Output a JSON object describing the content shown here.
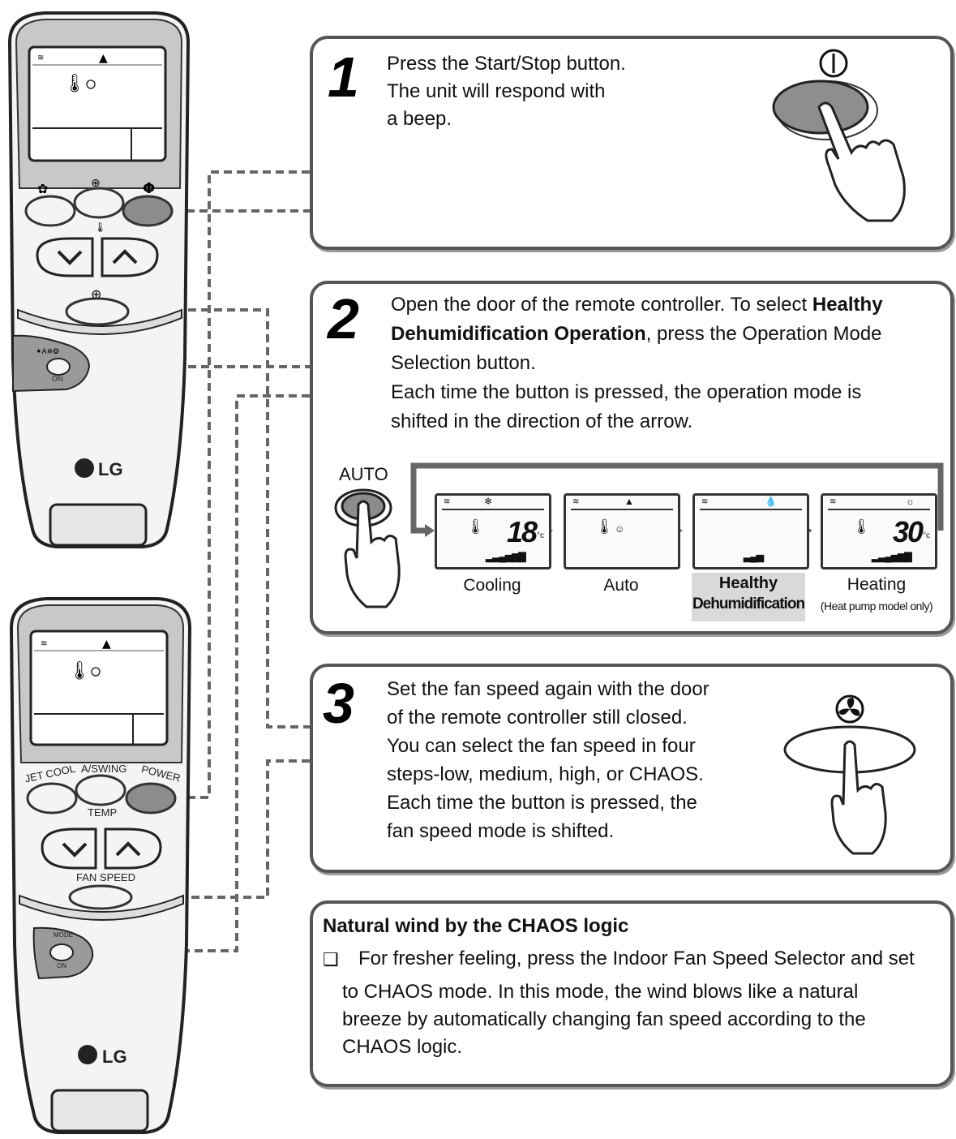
{
  "remote_top": {
    "brand": "LG",
    "door_label": "ON"
  },
  "remote_bottom": {
    "brand": "LG",
    "btn_jet_cool": "JET COOL",
    "btn_a_swing": "A/SWING",
    "btn_power": "POWER",
    "label_temp": "TEMP",
    "label_fan_speed": "FAN SPEED",
    "label_mode": "MODE",
    "label_on": "ON"
  },
  "step1": {
    "number": "1",
    "lines": [
      "Press the Start/Stop button.",
      "The unit will respond with",
      "a beep."
    ]
  },
  "step2": {
    "number": "2",
    "line1_a": "Open the door of the remote controller. To select ",
    "line1_b": "Healthy",
    "line2_a": "Dehumidification Operation",
    "line2_b": ", press the Operation Mode",
    "line3": "Selection button.",
    "line4": "Each time the button is pressed, the operation mode is",
    "line5": "shifted in the direction of the arrow.",
    "auto_label": "AUTO",
    "modes": [
      {
        "label": "Cooling",
        "value": "18",
        "unit": "°c"
      },
      {
        "label": "Auto"
      },
      {
        "label_line1": "Healthy",
        "label_line2": "Dehumidification"
      },
      {
        "label": "Heating",
        "sub": "(Heat pump model only)",
        "value": "30",
        "unit": "°c"
      }
    ]
  },
  "step3": {
    "number": "3",
    "lines": [
      "Set the fan speed again with the door",
      "of  the remote controller still closed.",
      "You  can  select the fan speed  in four",
      "steps-low, medium, high,  or CHAOS.",
      "Each time the button is pressed,  the",
      "fan speed mode is shifted."
    ]
  },
  "note": {
    "title": "Natural wind by the CHAOS logic",
    "checkbox": "❑",
    "line1": "For fresher feeling, press the Indoor Fan Speed Selector and set",
    "line2": "to  CHAOS mode. In  this  mode,  the wind  blows like  a natural",
    "line3": "breeze by automatically changing  fan  speed  according to  the",
    "line4": "CHAOS logic."
  },
  "colors": {
    "border": "#555555",
    "highlight": "#d9d9d9",
    "remote_body": "#f4f4f4",
    "remote_dark": "#8c8c8c",
    "leader": "#666666"
  }
}
